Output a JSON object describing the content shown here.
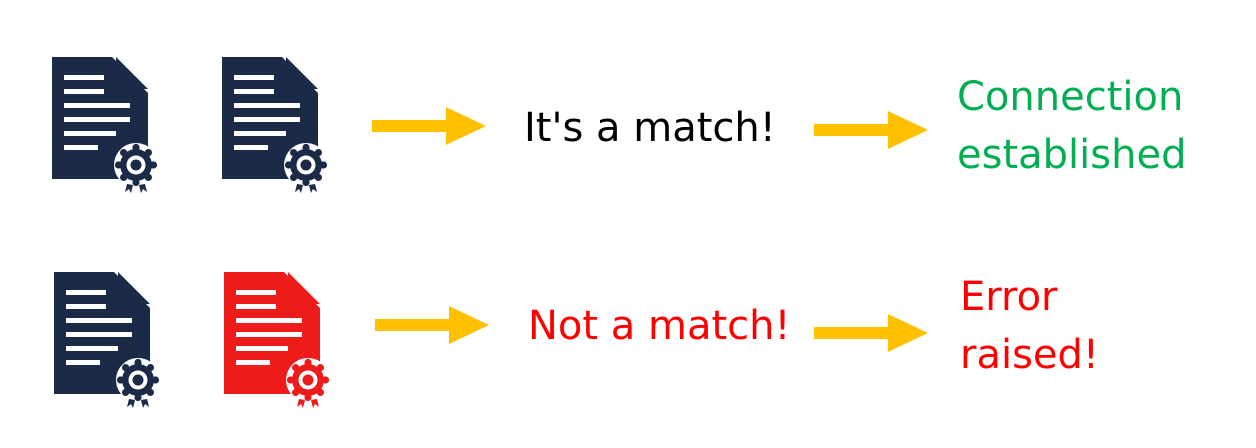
{
  "colors": {
    "document_dark": "#1b2a47",
    "document_alert": "#ee1b1b",
    "arrow": "#ffc000",
    "text_dark": "#000000",
    "text_success": "#00b050",
    "text_error": "#ff0000"
  },
  "rows": [
    {
      "status": "match",
      "middle_text": "It's a match!",
      "result_lines": [
        "Connection",
        "established"
      ]
    },
    {
      "status": "mismatch",
      "middle_text": "Not a match!",
      "result_lines": [
        "Error",
        "raised!"
      ]
    }
  ]
}
